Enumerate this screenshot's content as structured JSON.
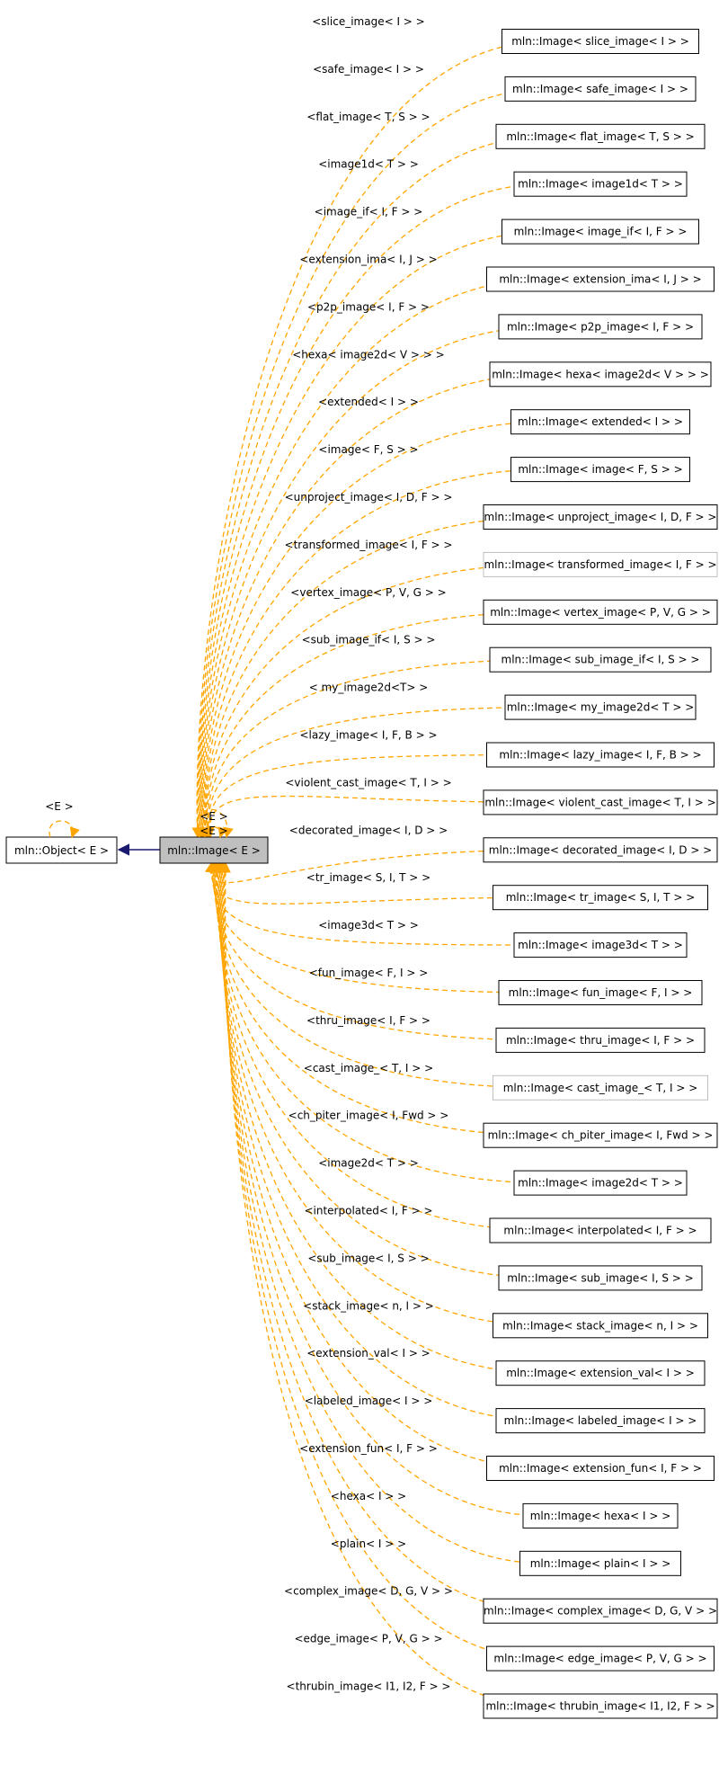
{
  "colors": {
    "background": "#ffffff",
    "inherit_edge": "#191970",
    "template_edge": "#ffa500",
    "focus_fill": "#bfbfbf",
    "node_border": "#000000",
    "undocumented_border": "#bfbfbf"
  },
  "base": {
    "label": "mln::Object< E >",
    "self_edge_label": "<E >"
  },
  "focus": {
    "label": "mln::Image< E >",
    "self_edge_labels": [
      "<E >",
      "<E >"
    ]
  },
  "instances": [
    {
      "edge_label": "<slice_image< I > >",
      "node_label": "mln::Image< slice_image< I > >",
      "documented": true
    },
    {
      "edge_label": "<safe_image< I > >",
      "node_label": "mln::Image< safe_image< I > >",
      "documented": true
    },
    {
      "edge_label": "<flat_image< T, S > >",
      "node_label": "mln::Image< flat_image< T, S > >",
      "documented": true
    },
    {
      "edge_label": "<image1d< T > >",
      "node_label": "mln::Image< image1d< T > >",
      "documented": true
    },
    {
      "edge_label": "<image_if< I, F > >",
      "node_label": "mln::Image< image_if< I, F > >",
      "documented": true
    },
    {
      "edge_label": "<extension_ima< I, J > >",
      "node_label": "mln::Image< extension_ima< I, J > >",
      "documented": true
    },
    {
      "edge_label": "<p2p_image< I, F > >",
      "node_label": "mln::Image< p2p_image< I, F > >",
      "documented": true
    },
    {
      "edge_label": "<hexa< image2d< V > > >",
      "node_label": "mln::Image< hexa< image2d< V > > >",
      "documented": true
    },
    {
      "edge_label": "<extended< I > >",
      "node_label": "mln::Image< extended< I > >",
      "documented": true
    },
    {
      "edge_label": "<image< F, S > >",
      "node_label": "mln::Image< image< F, S > >",
      "documented": true
    },
    {
      "edge_label": "<unproject_image< I, D, F > >",
      "node_label": "mln::Image< unproject_image< I, D, F > >",
      "documented": true
    },
    {
      "edge_label": "<transformed_image< I, F > >",
      "node_label": "mln::Image< transformed_image< I, F > >",
      "documented": false
    },
    {
      "edge_label": "<vertex_image< P, V, G > >",
      "node_label": "mln::Image< vertex_image< P, V, G > >",
      "documented": true
    },
    {
      "edge_label": "<sub_image_if< I, S > >",
      "node_label": "mln::Image< sub_image_if< I, S > >",
      "documented": true
    },
    {
      "edge_label": "< my_image2d<T> >",
      "node_label": "mln::Image< my_image2d< T > >",
      "documented": true
    },
    {
      "edge_label": "<lazy_image< I, F, B > >",
      "node_label": "mln::Image< lazy_image< I, F, B > >",
      "documented": true
    },
    {
      "edge_label": "<violent_cast_image< T, I > >",
      "node_label": "mln::Image< violent_cast_image< T, I > >",
      "documented": true
    },
    {
      "edge_label": "<decorated_image< I, D > >",
      "node_label": "mln::Image< decorated_image< I, D > >",
      "documented": true
    },
    {
      "edge_label": "<tr_image< S, I, T > >",
      "node_label": "mln::Image< tr_image< S, I, T > >",
      "documented": true
    },
    {
      "edge_label": "<image3d< T > >",
      "node_label": "mln::Image< image3d< T > >",
      "documented": true
    },
    {
      "edge_label": "<fun_image< F, I > >",
      "node_label": "mln::Image< fun_image< F, I > >",
      "documented": true
    },
    {
      "edge_label": "<thru_image< I, F > >",
      "node_label": "mln::Image< thru_image< I, F > >",
      "documented": true
    },
    {
      "edge_label": "<cast_image_< T, I > >",
      "node_label": "mln::Image< cast_image_< T, I > >",
      "documented": false
    },
    {
      "edge_label": "<ch_piter_image< I, Fwd > >",
      "node_label": "mln::Image< ch_piter_image< I, Fwd > >",
      "documented": true
    },
    {
      "edge_label": "<image2d< T > >",
      "node_label": "mln::Image< image2d< T > >",
      "documented": true
    },
    {
      "edge_label": "<interpolated< I, F > >",
      "node_label": "mln::Image< interpolated< I, F > >",
      "documented": true
    },
    {
      "edge_label": "<sub_image< I, S > >",
      "node_label": "mln::Image< sub_image< I, S > >",
      "documented": true
    },
    {
      "edge_label": "<stack_image< n, I > >",
      "node_label": "mln::Image< stack_image< n, I > >",
      "documented": true
    },
    {
      "edge_label": "<extension_val< I > >",
      "node_label": "mln::Image< extension_val< I > >",
      "documented": true
    },
    {
      "edge_label": "<labeled_image< I > >",
      "node_label": "mln::Image< labeled_image< I > >",
      "documented": true
    },
    {
      "edge_label": "<extension_fun< I, F > >",
      "node_label": "mln::Image< extension_fun< I, F > >",
      "documented": true
    },
    {
      "edge_label": "<hexa< I > >",
      "node_label": "mln::Image< hexa< I > >",
      "documented": true
    },
    {
      "edge_label": "<plain< I > >",
      "node_label": "mln::Image< plain< I > >",
      "documented": true
    },
    {
      "edge_label": "<complex_image< D, G, V > >",
      "node_label": "mln::Image< complex_image< D, G, V > >",
      "documented": true
    },
    {
      "edge_label": "<edge_image< P, V, G > >",
      "node_label": "mln::Image< edge_image< P, V, G > >",
      "documented": true
    },
    {
      "edge_label": "<thrubin_image< I1, I2, F > >",
      "node_label": "mln::Image< thrubin_image< I1, I2, F > >",
      "documented": true
    }
  ]
}
